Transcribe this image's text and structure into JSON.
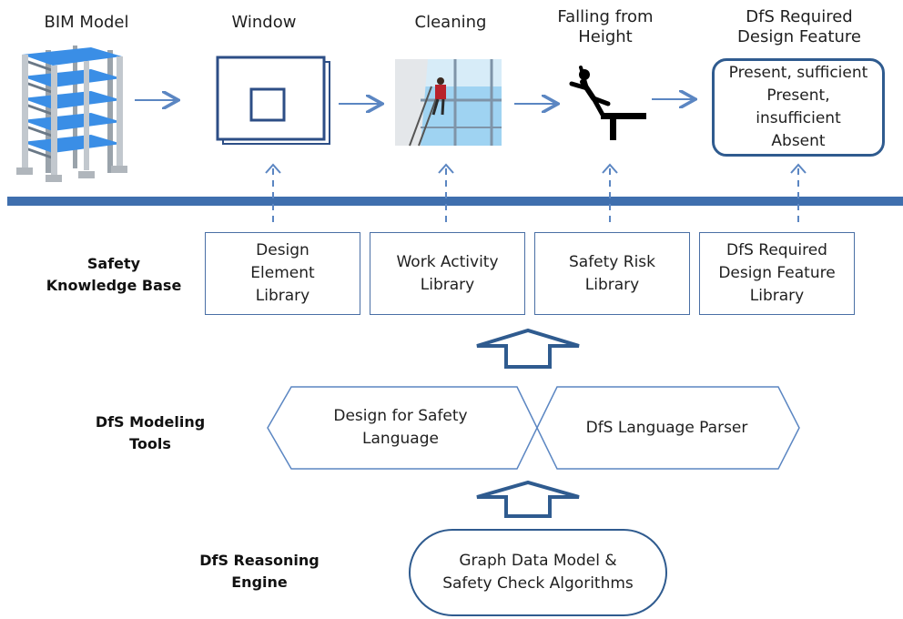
{
  "pipeline": {
    "bim_model": "BIM Model",
    "window": "Window",
    "cleaning": "Cleaning",
    "falling_line1": "Falling from",
    "falling_line2": "Height",
    "dfs_feature_line1": "DfS Required",
    "dfs_feature_line2": "Design Feature",
    "states": [
      "Present, sufficient",
      "Present,",
      "insufficient",
      "Absent"
    ]
  },
  "knowledge_base": {
    "label_line1": "Safety",
    "label_line2": "Knowledge Base",
    "libraries": [
      {
        "lines": [
          "Design",
          "Element",
          "Library"
        ]
      },
      {
        "lines": [
          "Work Activity",
          "Library"
        ]
      },
      {
        "lines": [
          "Safety Risk",
          "Library"
        ]
      },
      {
        "lines": [
          "DfS Required",
          "Design Feature",
          "Library"
        ]
      }
    ]
  },
  "modeling_tools": {
    "label_line1": "DfS Modeling",
    "label_line2": "Tools",
    "language_line1": "Design for Safety",
    "language_line2": "Language",
    "parser": "DfS Language Parser"
  },
  "reasoning_engine": {
    "label_line1": "DfS Reasoning",
    "label_line2": "Engine",
    "line1": "Graph Data Model &",
    "line2": "Safety Check Algorithms"
  },
  "colors": {
    "accent": "#3f6fae",
    "box_border": "#4a6fa5",
    "dark_border": "#2f5b8f",
    "sky": "#9fd3f2"
  }
}
